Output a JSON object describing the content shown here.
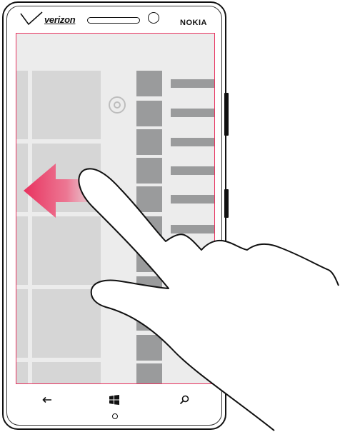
{
  "device": {
    "carrier": "verizon",
    "brand": "NOKIA"
  },
  "screen": {
    "icons": {
      "search": "search-icon"
    }
  },
  "nav": {
    "back_icon": "back-arrow-icon",
    "start_icon": "windows-start-icon",
    "search_icon": "search-icon"
  },
  "gesture": {
    "direction": "left",
    "arrow_color": "#e8315e",
    "hand_icon": "pointing-hand-icon"
  },
  "colors": {
    "screen_border": "#e8315e",
    "tile": "#d6d6d6",
    "mini_tile": "#9a9b9c"
  }
}
